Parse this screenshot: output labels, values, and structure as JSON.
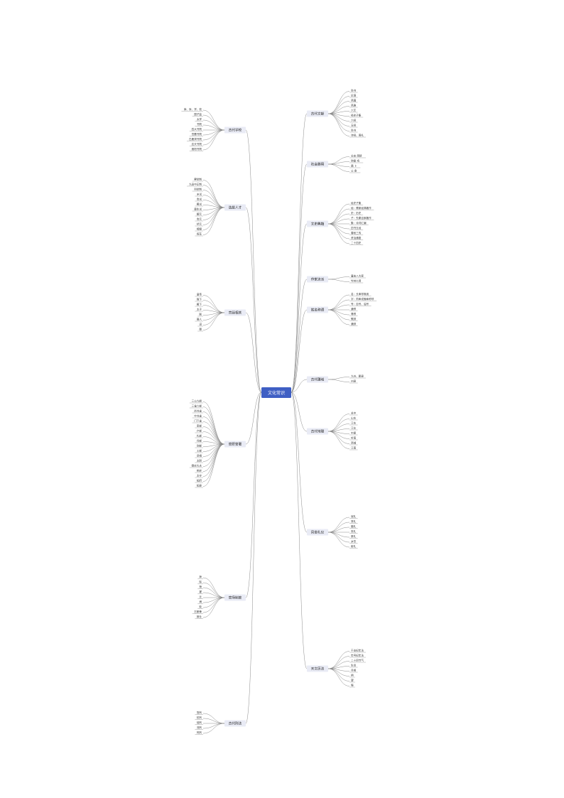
{
  "root": "文化常识",
  "colors": {
    "root_fill": "#3f5fc4",
    "branch_fill": "#e9ebf5",
    "line": "#8a8a8a",
    "text": "#333333"
  },
  "right": [
    {
      "label": "古代文献",
      "items": [
        "尚书",
        "论语",
        "风骚",
        "风雅",
        "六艺",
        "经史子集",
        "六经",
        "五经",
        "尚书",
        "诗经、周礼"
      ]
    },
    {
      "label": "社会器用",
      "items": [
        "长安 简牍",
        "钟鼎 鸡",
        "鼎 卜",
        "公 金"
      ]
    },
    {
      "label": "文史典籍",
      "items": [
        "经史子集",
        "经：儒家经典著作",
        "史：历史",
        "子：先秦百家著作",
        "集：诗词汇编",
        "四书五经",
        "春秋三传",
        "资治通鉴",
        "二十四史"
      ]
    },
    {
      "label": "作家流派",
      "items": [
        "唐宋八大家",
        "竹林七贤"
      ]
    },
    {
      "label": "姓名称谓",
      "items": [
        "名：长辈呼唤用",
        "字：同辈或晚辈称呼",
        "号：自号、谥号",
        "谦称",
        "尊称",
        "敬辞",
        "谦辞"
      ]
    },
    {
      "label": "古代疆域",
      "items": [
        "九州、郡县",
        "州县"
      ]
    },
    {
      "label": "古代地理",
      "items": [
        "关中",
        "山东",
        "江东",
        "江左",
        "中原",
        "岭南",
        "西域",
        "江南"
      ]
    },
    {
      "label": "风俗礼仪",
      "items": [
        "冠礼",
        "笄礼",
        "婚礼",
        "丧礼",
        "祭礼",
        "乡饮",
        "射礼"
      ]
    },
    {
      "label": "天文历法",
      "items": [
        "干支纪年法",
        "年号纪年法",
        "二十四节气",
        "生肖",
        "月相",
        "朔",
        "望",
        "晦"
      ]
    }
  ],
  "left": [
    {
      "label": "古代学校",
      "items": [
        "庠、序、学、校",
        "国子监",
        "太学",
        "书院",
        "四大书院",
        "岳麓书院",
        "白鹿洞书院",
        "应天书院",
        "嵩阳书院"
      ]
    },
    {
      "label": "选拔人才",
      "items": [
        "察举制",
        "九品中正制",
        "科举制",
        "乡试",
        "会试",
        "殿试",
        "童生试",
        "解元",
        "会元",
        "状元",
        "榜眼",
        "探花"
      ]
    },
    {
      "label": "宫廷相关",
      "items": [
        "皇帝",
        "陛下",
        "殿下",
        "太子",
        "朕",
        "寡人",
        "诏",
        "御"
      ]
    },
    {
      "label": "官职官署",
      "items": [
        "三公九卿",
        "三省六部",
        "尚书省",
        "中书省",
        "门下省",
        "吏部",
        "户部",
        "礼部",
        "兵部",
        "刑部",
        "工部",
        "丞相",
        "太尉",
        "御史大夫",
        "刺史",
        "太守",
        "知府",
        "知县"
      ]
    },
    {
      "label": "官场制度",
      "items": [
        "拜",
        "除",
        "授",
        "擢",
        "迁",
        "谪",
        "贬",
        "乞骸骨",
        "致仕"
      ]
    },
    {
      "label": "古代刑法",
      "items": [
        "笞刑",
        "杖刑",
        "徒刑",
        "流刑",
        "死刑"
      ]
    }
  ]
}
